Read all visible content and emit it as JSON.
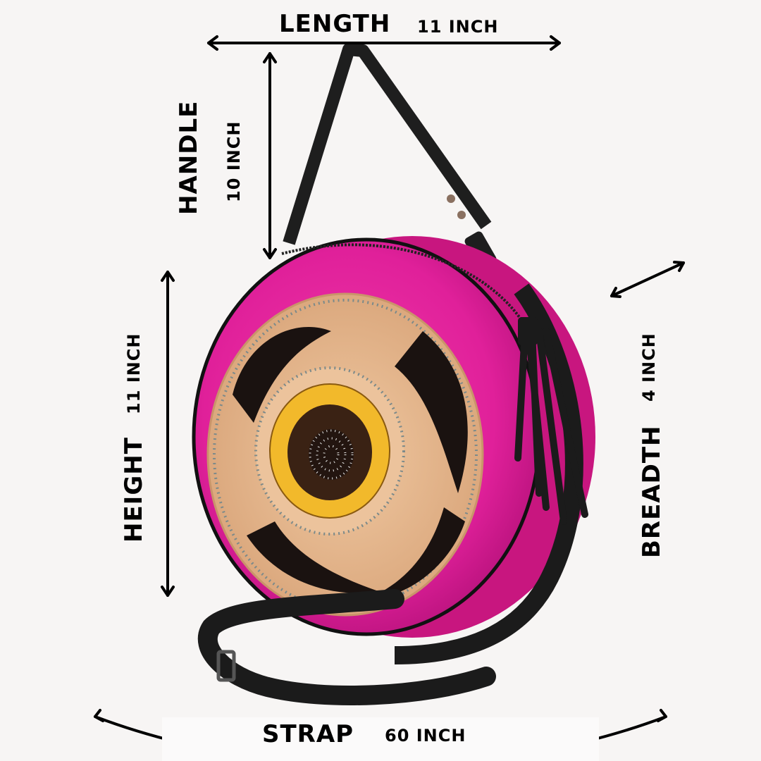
{
  "product": {
    "description": "Round pink hair-on cowhide crossbody bag with hand-tooled leather sunflower panel, black leather handle, tassel and adjustable strap",
    "colors": {
      "background": "#f7f5f4",
      "cowhide_pink": "#e0209a",
      "tooled_leather": "#e6b98f",
      "sunflower_yellow": "#f2b92b",
      "sunflower_center": "#3a2214",
      "black_leather": "#1c1c1c",
      "annotation_ink": "#000000"
    }
  },
  "dimensions": {
    "length": {
      "label": "LENGTH",
      "value": "11 INCH"
    },
    "handle": {
      "label": "HANDLE",
      "value": "10 INCH"
    },
    "height": {
      "label": "HEIGHT",
      "value": "11 INCH"
    },
    "breadth": {
      "label": "BREADTH",
      "value": "4 INCH"
    },
    "strap": {
      "label": "STRAP",
      "value": "60 INCH"
    }
  }
}
